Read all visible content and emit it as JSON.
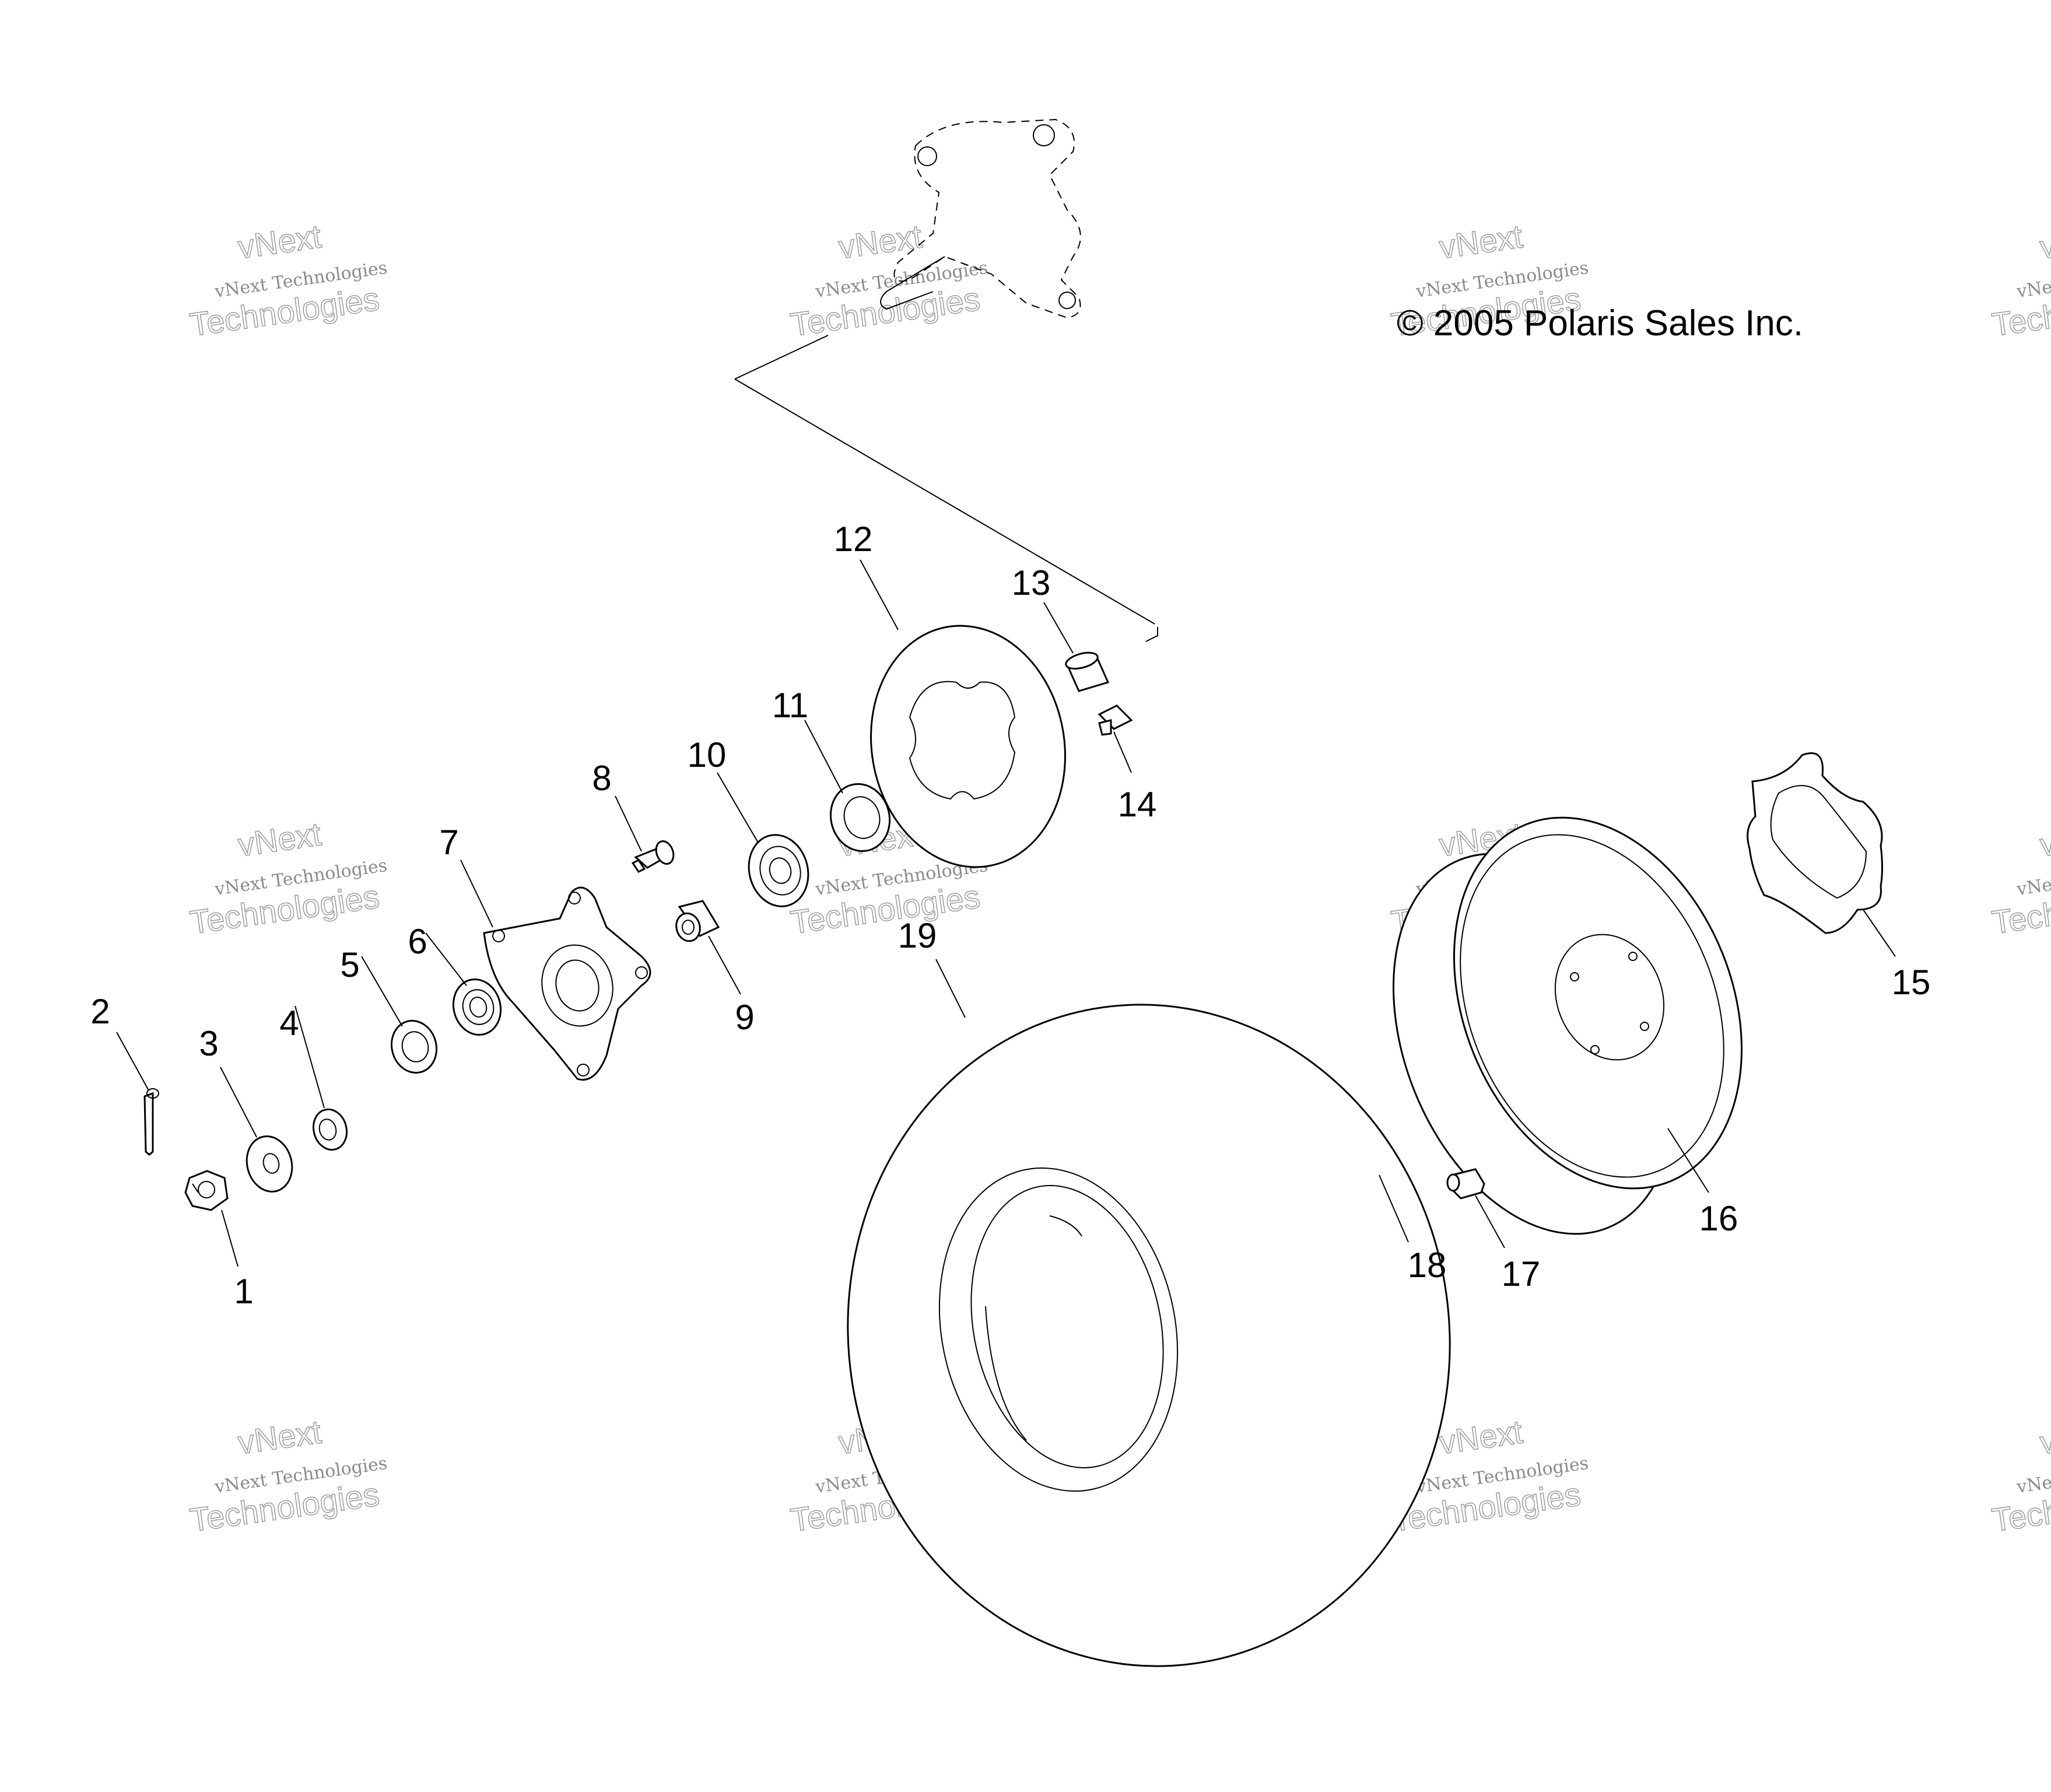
{
  "copyright": "© 2005 Polaris Sales Inc.",
  "watermark": {
    "line1": "vNext Technologies",
    "line2": "vNext",
    "line3": "Technologies"
  },
  "callouts": [
    "1",
    "2",
    "3",
    "4",
    "5",
    "6",
    "7",
    "8",
    "9",
    "10",
    "11",
    "12",
    "13",
    "14",
    "15",
    "16",
    "17",
    "18",
    "19"
  ]
}
